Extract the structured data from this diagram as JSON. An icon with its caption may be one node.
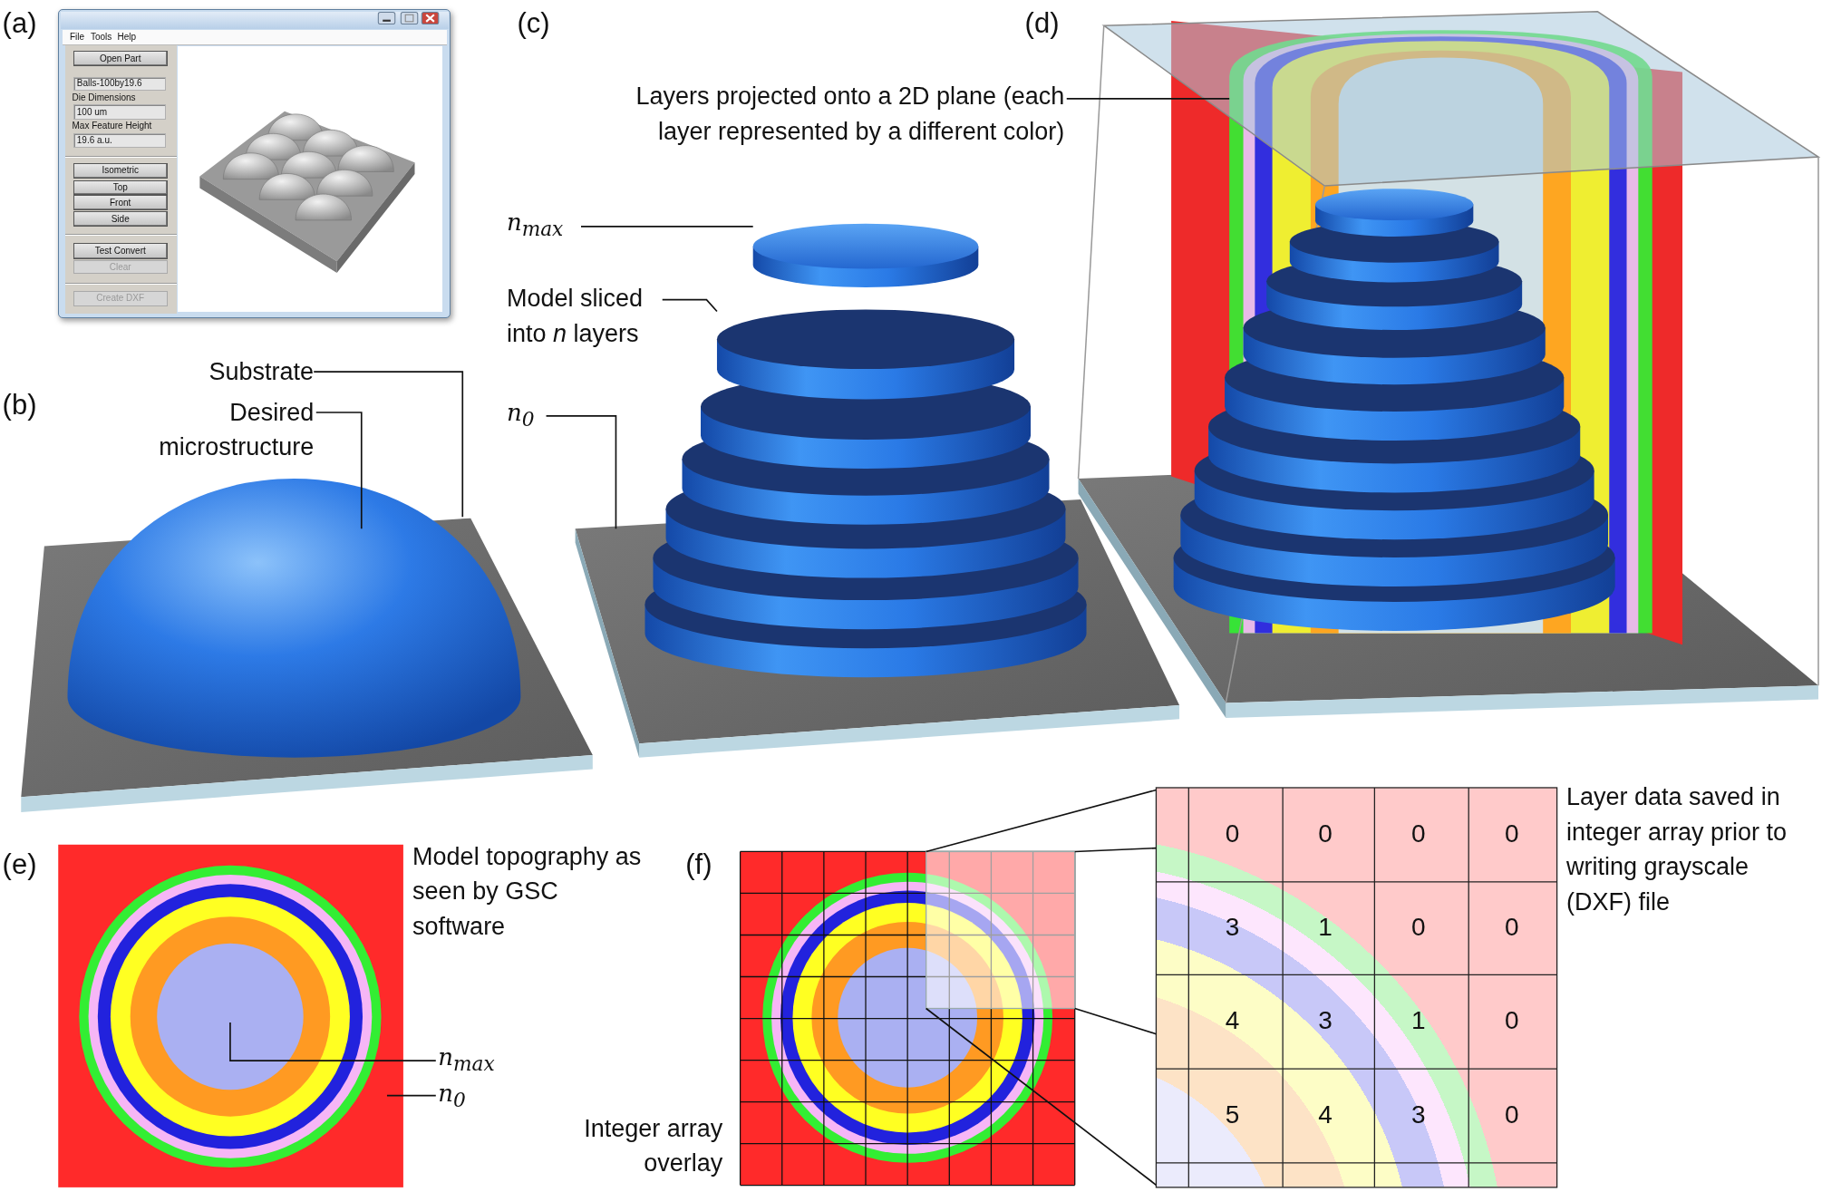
{
  "diagram": {
    "nodes": [
      {
        "text": [
          "Substrate"
        ]
      },
      {
        "text": [],
        "shape": "picture"
      },
      {
        "text": [
          "Desired microstructure"
        ]
      },
      {
        "text": [],
        "shape": "picture"
      },
      {
        "text": [
          "n$_{max}$"
        ]
      },
      {
        "text": [],
        "shape": "picture"
      },
      {
        "text": [
          "Model sliced into *n* layers"
        ]
      },
      {
        "text": [],
        "shape": "picture"
      },
      {
        "text": [
          "n$_{0}$"
        ]
      },
      {
        "text": [],
        "shape": "picture"
      },
      {
        "text": [
          "Layers projected onto a 2D plane (each layer represented by a different color)"
        ]
      },
      {
        "text": [],
        "shape": "picture"
      },
      {
        "text": [
          "n$_{max}$"
        ]
      },
      {
        "text": [],
        "shape": "picture"
      },
      {
        "text": [],
        "shape": "circle",
        "in": 13
      },
      {
        "text": [
          "n$_{0}$"
        ]
      },
      {
        "text": [],
        "shape": "box"
      },
      {
        "text": [],
        "shape": "box"
      }
    ],
    "edges": [
      {
        "from": 0,
        "to": 1,
        "arrow": "none"
      },
      {
        "from": 2,
        "to": 3,
        "arrow": "none"
      },
      {
        "from": 4,
        "to": 5,
        "arrow": "none"
      },
      {
        "from": 6,
        "to": 7,
        "arrow": "none"
      },
      {
        "from": 8,
        "to": 9,
        "arrow": "none"
      },
      {
        "from": 10,
        "to": 11,
        "arrow": "none"
      },
      {
        "from": 12,
        "to": 14,
        "arrow": "none"
      },
      {
        "from": 15,
        "to": 13,
        "arrow": "none"
      },
      {
        "from": 16,
        "to": 17,
        "arrow": "none"
      },
      {
        "from": 16,
        "to": 17,
        "arrow": "none"
      },
      {
        "from": 16,
        "to": 17,
        "arrow": "none"
      },
      {
        "from": 16,
        "to": 17,
        "arrow": "none"
      }
    ],
    "labels": [
      "(a)",
      "File",
      "Tools",
      "Help",
      "Open Part",
      "Balls-100by19.6",
      "Die Dimensions",
      "100 um",
      "Max Feature Height",
      "19.6 a.u.",
      "Isometric",
      "Top",
      "Front",
      "Side",
      "Test Convert",
      "Clear",
      "Create DXF",
      "(c)",
      "(d)",
      "(b)",
      "(e)",
      "Model topography as seen by GSC software",
      "(f)",
      "Integer array overlay",
      "0",
      "0",
      "0",
      "0",
      "3",
      "1",
      "0",
      "0",
      "4",
      "3",
      "1",
      "0",
      "5",
      "4",
      "3",
      "0",
      "Layer data saved in integer array prior to writing grayscale (DXF) file"
    ]
  }
}
